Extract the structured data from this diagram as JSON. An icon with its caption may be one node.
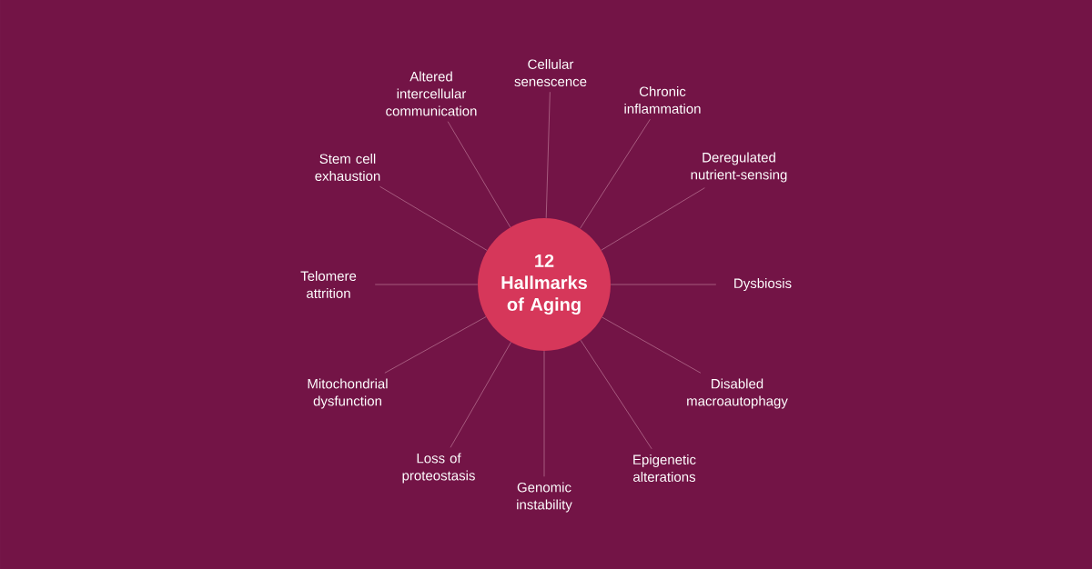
{
  "diagram": {
    "nodes": [
      {
        "text": [
          "12 Hallmarks of Aging"
        ]
      },
      {
        "text": [
          "Cellular senescence"
        ]
      },
      {
        "text": [
          "Chronic inflammation"
        ]
      },
      {
        "text": [
          "Deregulated nutrient-sensing"
        ]
      },
      {
        "text": [
          "Dysbiosis"
        ]
      },
      {
        "text": [
          "Disabled macroautophagy"
        ]
      },
      {
        "text": [
          "Epigenetic alterations"
        ]
      },
      {
        "text": [
          "Genomic instability"
        ]
      },
      {
        "text": [
          "Loss of proteostasis"
        ]
      },
      {
        "text": [
          "Mitochondrial dysfunction"
        ]
      },
      {
        "text": [
          "Telomere attrition"
        ]
      },
      {
        "text": [
          "Stem cell exhaustion"
        ]
      },
      {
        "text": [
          "Altered intercellular communication"
        ]
      }
    ],
    "edges": [
      {
        "from": 0,
        "to": 1,
        "arrow": "none"
      },
      {
        "from": 0,
        "to": 2,
        "arrow": "none"
      },
      {
        "from": 0,
        "to": 3,
        "arrow": "none"
      },
      {
        "from": 0,
        "to": 4,
        "arrow": "none"
      },
      {
        "from": 0,
        "to": 5,
        "arrow": "none"
      },
      {
        "from": 0,
        "to": 6,
        "arrow": "none"
      },
      {
        "from": 0,
        "to": 7,
        "arrow": "none"
      },
      {
        "from": 0,
        "to": 8,
        "arrow": "none"
      },
      {
        "from": 0,
        "to": 9,
        "arrow": "none"
      },
      {
        "from": 0,
        "to": 10,
        "arrow": "none"
      },
      {
        "from": 0,
        "to": 11,
        "arrow": "none"
      },
      {
        "from": 0,
        "to": 12,
        "arrow": "none"
      }
    ]
  }
}
